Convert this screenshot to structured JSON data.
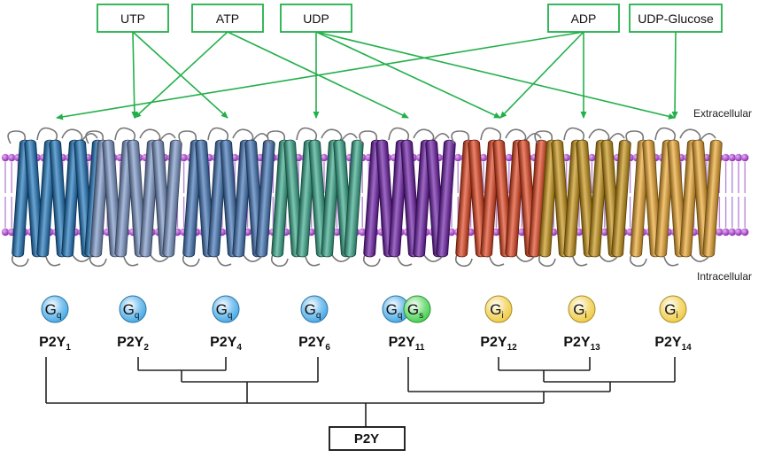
{
  "ligands": [
    {
      "name": "UTP"
    },
    {
      "name": "ATP"
    },
    {
      "name": "UDP"
    },
    {
      "name": "ADP"
    },
    {
      "name": "UDP-Glucose"
    }
  ],
  "labels": {
    "extracellular": "Extracellular",
    "intracellular": "Intracellular"
  },
  "receptors": [
    {
      "base": "P2Y",
      "sub": "1",
      "g_proteins": [
        {
          "letter": "G",
          "sub": "q",
          "color": "#3fa6e6"
        }
      ],
      "helix_color": "#1a74bd"
    },
    {
      "base": "P2Y",
      "sub": "2",
      "g_proteins": [
        {
          "letter": "G",
          "sub": "q",
          "color": "#3fa6e6"
        }
      ],
      "helix_color": "#7a97c9"
    },
    {
      "base": "P2Y",
      "sub": "4",
      "g_proteins": [
        {
          "letter": "G",
          "sub": "q",
          "color": "#3fa6e6"
        }
      ],
      "helix_color": "#3e73b8"
    },
    {
      "base": "P2Y",
      "sub": "6",
      "g_proteins": [
        {
          "letter": "G",
          "sub": "q",
          "color": "#3fa6e6"
        }
      ],
      "helix_color": "#34a98a"
    },
    {
      "base": "P2Y",
      "sub": "11",
      "g_proteins": [
        {
          "letter": "G",
          "sub": "q",
          "color": "#3fa6e6"
        },
        {
          "letter": "G",
          "sub": "s",
          "color": "#3fcf4a"
        }
      ],
      "helix_color": "#6a1aa8"
    },
    {
      "base": "P2Y",
      "sub": "12",
      "g_proteins": [
        {
          "letter": "G",
          "sub": "i",
          "color": "#f0c93a"
        }
      ],
      "helix_color": "#e3401a"
    },
    {
      "base": "P2Y",
      "sub": "13",
      "g_proteins": [
        {
          "letter": "G",
          "sub": "i",
          "color": "#f0c93a"
        }
      ],
      "helix_color": "#c8920f"
    },
    {
      "base": "P2Y",
      "sub": "14",
      "g_proteins": [
        {
          "letter": "G",
          "sub": "i",
          "color": "#f0c93a"
        }
      ],
      "helix_color": "#eca52a"
    }
  ],
  "activations": [
    {
      "from": 0,
      "to": 1
    },
    {
      "from": 0,
      "to": 2
    },
    {
      "from": 1,
      "to": 1
    },
    {
      "from": 1,
      "to": 4
    },
    {
      "from": 2,
      "to": 3
    },
    {
      "from": 2,
      "to": 5
    },
    {
      "from": 2,
      "to": 7
    },
    {
      "from": 3,
      "to": 0
    },
    {
      "from": 3,
      "to": 5
    },
    {
      "from": 3,
      "to": 6
    },
    {
      "from": 4,
      "to": 7
    }
  ],
  "family_label": "P2Y",
  "colors": {
    "arrow": "#22b04a",
    "lipid_head": "#a43fc9",
    "lipid_tail": "#b98ad8",
    "tree": "#222222"
  }
}
